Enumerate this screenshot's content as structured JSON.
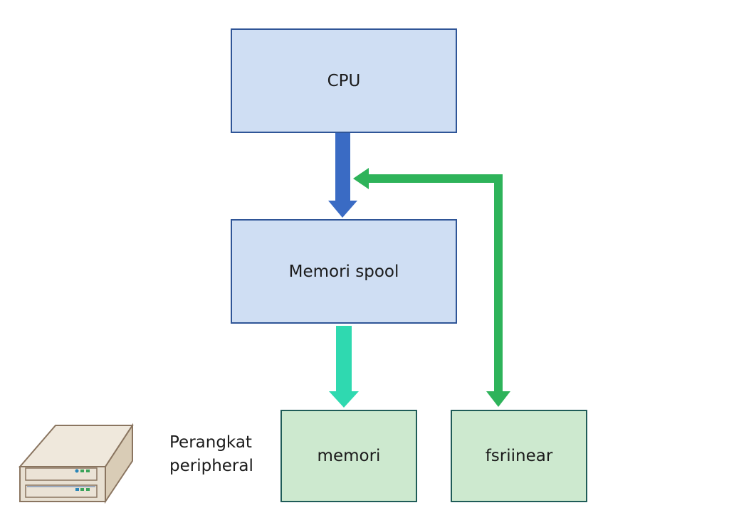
{
  "nodes": {
    "cpu": {
      "label": "CPU"
    },
    "spool": {
      "label": "Memori spool"
    },
    "memory": {
      "label": "memori"
    },
    "other": {
      "label": "fsriinear"
    }
  },
  "peripheral": {
    "label_line1": "Perangkat",
    "label_line2": "peripheral",
    "icon": "disk-drive-icon"
  },
  "edges": [
    {
      "from": "CPU",
      "to": "Memori spool",
      "color": "#3a6bc4"
    },
    {
      "from": "Memori spool",
      "to": "memori",
      "color": "#2fd9b0"
    },
    {
      "from": "fsriinear",
      "to": "Memori spool",
      "color": "#2eb35a",
      "bidirectional": true
    }
  ],
  "colors": {
    "box_blue_fill": "#cfdef3",
    "box_blue_border": "#2f5597",
    "box_green_fill": "#cde9cf",
    "box_green_border": "#1f5c58"
  }
}
